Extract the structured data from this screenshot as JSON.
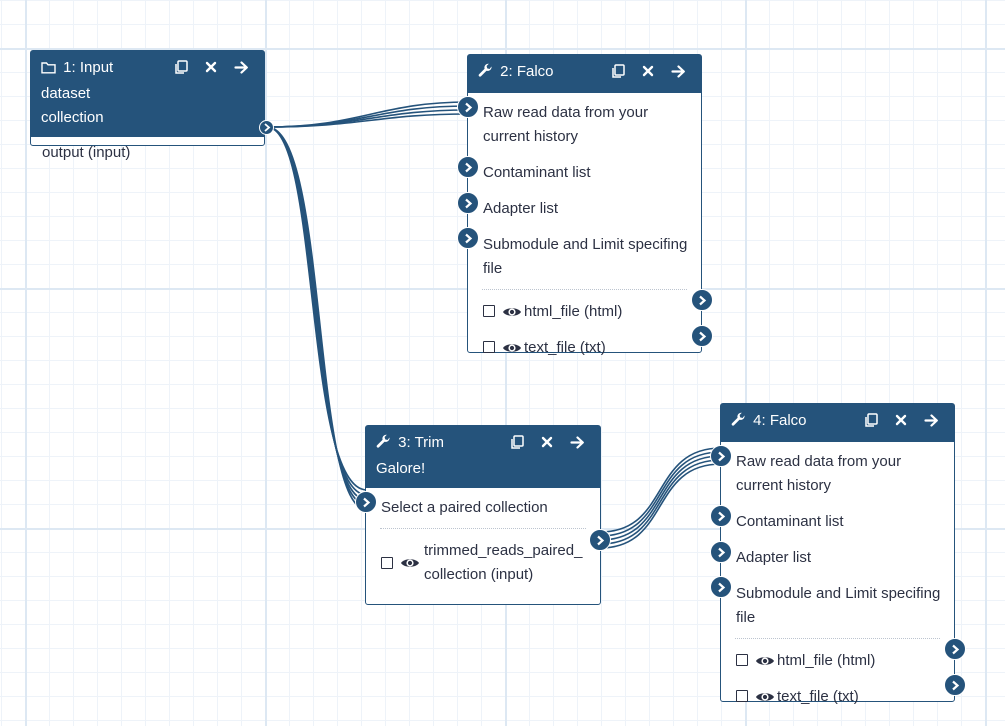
{
  "nodes": [
    {
      "title": "1: Input dataset collection",
      "icon": "folder-icon",
      "outputs": [
        {
          "label": "output (input)"
        }
      ]
    },
    {
      "title": "2: Falco",
      "icon": "wrench-icon",
      "inputs": [
        {
          "label": "Raw read data from your current history"
        },
        {
          "label": "Contaminant list"
        },
        {
          "label": "Adapter list"
        },
        {
          "label": "Submodule and Limit specifing file"
        }
      ],
      "outputs": [
        {
          "label": "html_file (html)"
        },
        {
          "label": "text_file (txt)"
        }
      ]
    },
    {
      "title": "3: Trim Galore!",
      "icon": "wrench-icon",
      "inputs": [
        {
          "label": "Select a paired collection"
        }
      ],
      "outputs": [
        {
          "label": "trimmed_reads_paired_collection (input)"
        }
      ]
    },
    {
      "title": "4: Falco",
      "icon": "wrench-icon",
      "inputs": [
        {
          "label": "Raw read data from your current history"
        },
        {
          "label": "Contaminant list"
        },
        {
          "label": "Adapter list"
        },
        {
          "label": "Submodule and Limit specifing file"
        }
      ],
      "outputs": [
        {
          "label": "html_file (html)"
        },
        {
          "label": "text_file (txt)"
        }
      ]
    }
  ],
  "header_buttons": [
    "copy-icon",
    "close-icon",
    "arrow-right-icon"
  ],
  "colors": {
    "node_header": "#25537b",
    "terminal": "#25537b",
    "wire": "#25537b",
    "grid": "#dde8f3"
  }
}
